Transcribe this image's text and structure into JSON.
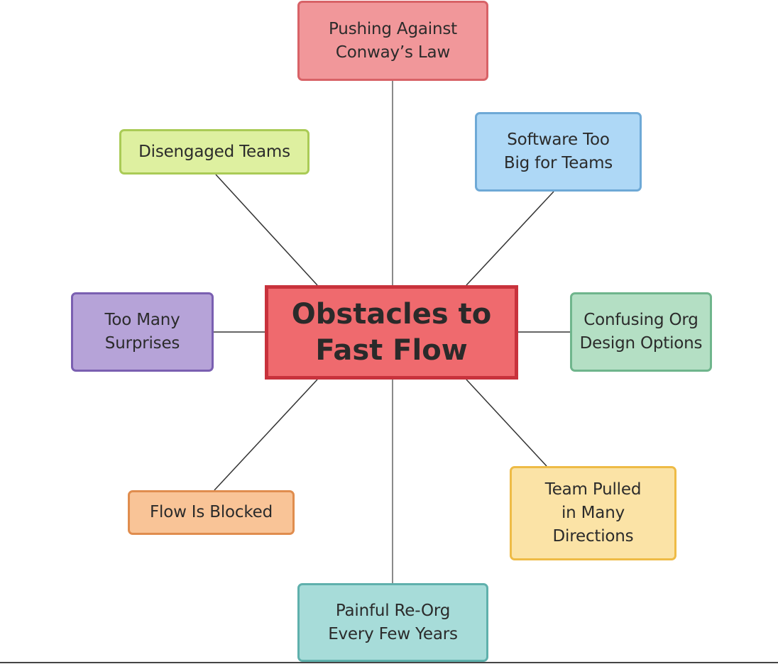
{
  "diagram": {
    "center": {
      "label": "Obstacles to\nFast Flow",
      "fill": "#ef6a6e",
      "border": "#c8323c"
    },
    "nodes": [
      {
        "id": "pushing-against-conways-law",
        "label": "Pushing Against\nConway’s Law",
        "fill": "#f1979a",
        "border": "#d86267"
      },
      {
        "id": "software-too-big-for-teams",
        "label": "Software Too\nBig for Teams",
        "fill": "#aed8f6",
        "border": "#6ea9d6"
      },
      {
        "id": "confusing-org-design-options",
        "label": "Confusing Org\nDesign Options",
        "fill": "#b4dfc4",
        "border": "#6fb58c"
      },
      {
        "id": "team-pulled-in-many-directions",
        "label": "Team Pulled\nin Many\nDirections",
        "fill": "#fbe3a6",
        "border": "#eebb46"
      },
      {
        "id": "painful-re-org-every-few-years",
        "label": "Painful Re-Org\nEvery Few Years",
        "fill": "#a7dcd9",
        "border": "#5fb0ac"
      },
      {
        "id": "flow-is-blocked",
        "label": "Flow Is Blocked",
        "fill": "#f9c497",
        "border": "#e08d4e"
      },
      {
        "id": "too-many-surprises",
        "label": "Too Many\nSurprises",
        "fill": "#b6a3d8",
        "border": "#7a5fb1"
      },
      {
        "id": "disengaged-teams",
        "label": "Disengaged Teams",
        "fill": "#def0a0",
        "border": "#aacb56"
      }
    ]
  }
}
